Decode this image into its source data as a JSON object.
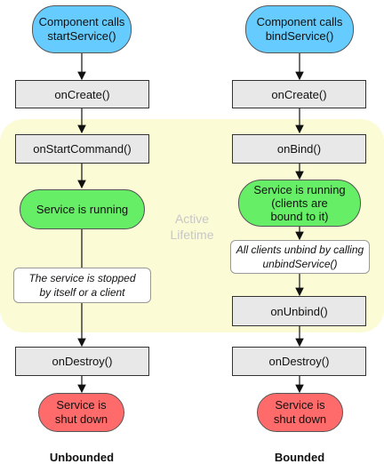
{
  "active_lifetime_label": "Active\nLifetime",
  "unbounded": {
    "start": "Component calls\nstartService()",
    "on_create": "onCreate()",
    "on_start_command": "onStartCommand()",
    "running": "Service is running",
    "stopped_note": "The service is stopped\nby itself or a client",
    "on_destroy": "onDestroy()",
    "shut_down": "Service is\nshut down",
    "title": "Unbounded"
  },
  "bounded": {
    "start": "Component calls\nbindService()",
    "on_create": "onCreate()",
    "on_bind": "onBind()",
    "running": "Service is running\n(clients are\nbound to it)",
    "unbind_note": "All clients unbind by calling\nunbindService()",
    "on_unbind": "onUnbind()",
    "on_destroy": "onDestroy()",
    "shut_down": "Service is\nshut down",
    "title": "Bounded"
  },
  "colors": {
    "start": "#66ccff",
    "running": "#66ee66",
    "shut_down": "#ff6b6b",
    "lifetime_band": "#fbfbd6",
    "box": "#e8e8e8"
  }
}
